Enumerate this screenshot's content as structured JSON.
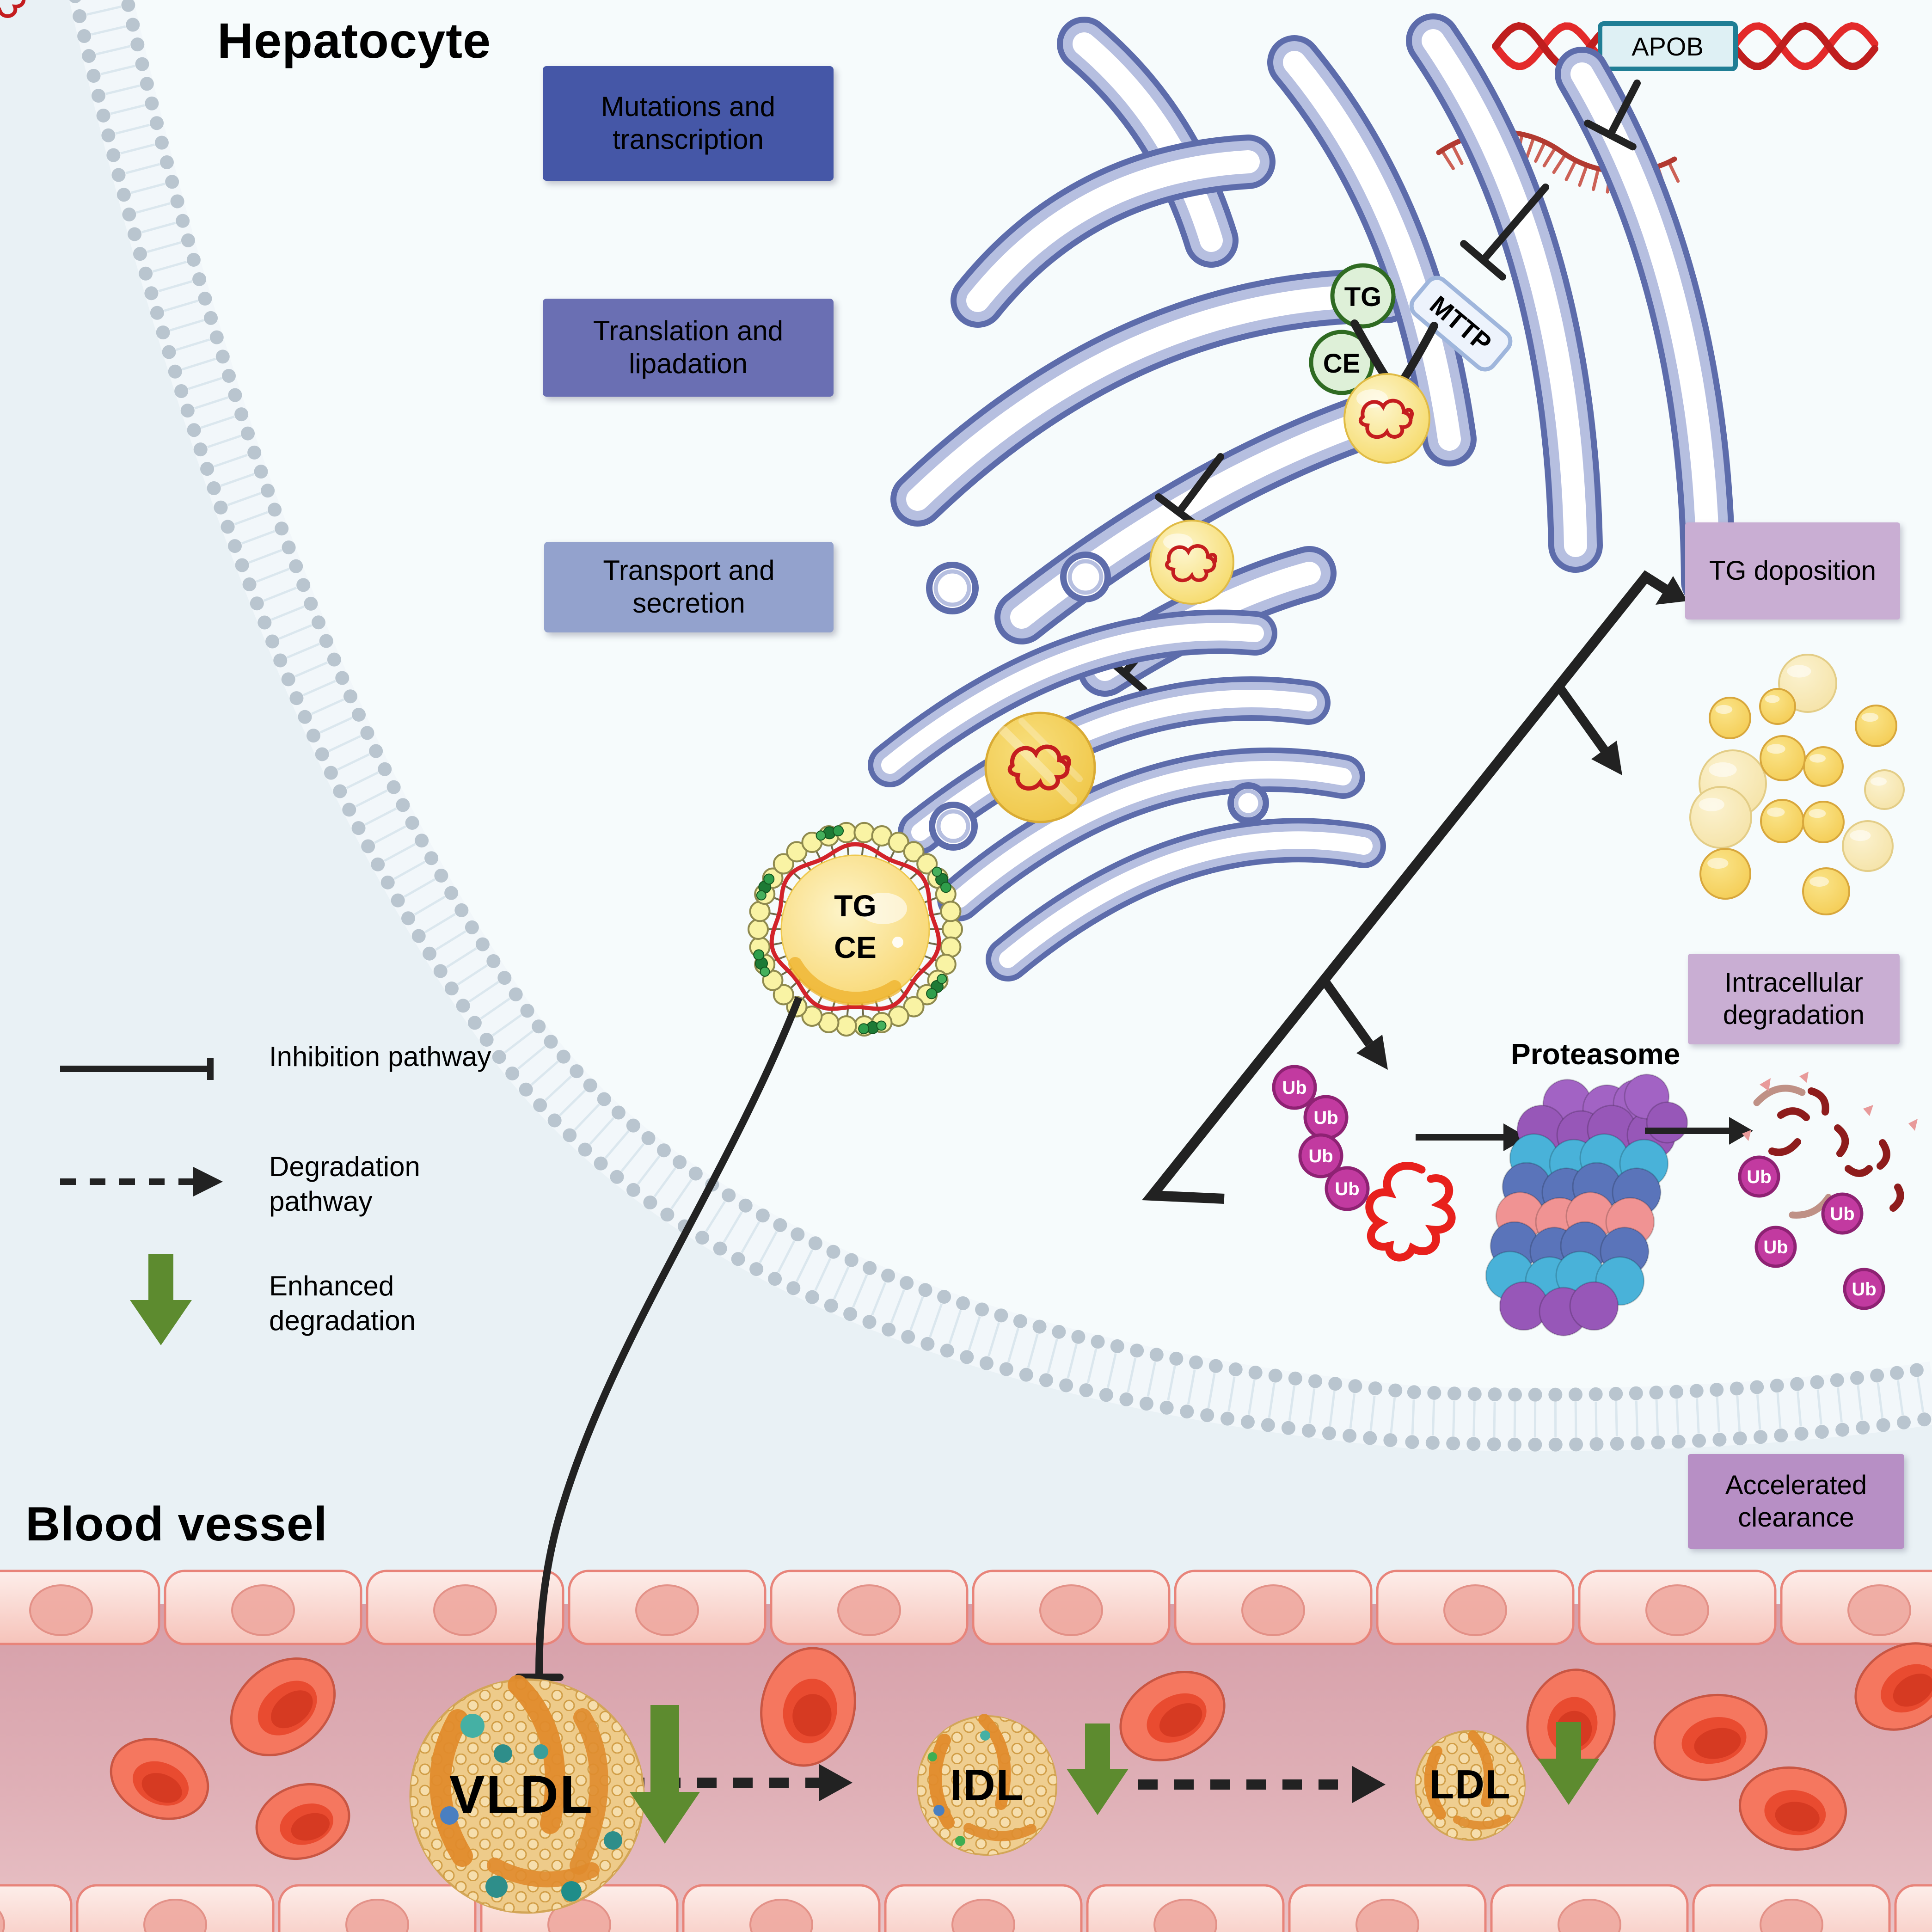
{
  "title": "Hepatocyte",
  "vessel": {
    "label": "Blood vessel"
  },
  "process_boxes": [
    {
      "label": "Mutations and transcription",
      "color": "#4557a7"
    },
    {
      "label": "Translation and lipadation",
      "color": "#6a6fb3"
    },
    {
      "label": "Transport and secretion",
      "color": "#93a2cd"
    }
  ],
  "outcome_boxes": [
    {
      "label": "TG doposition",
      "color": "#c9aed3"
    },
    {
      "label": "Intracellular degradation",
      "color": "#c9aed3"
    },
    {
      "label": "Accelerated clearance",
      "color": "#b78fc5"
    }
  ],
  "legend": {
    "items": [
      {
        "label": "Inhibition pathway",
        "symbol": "inhibition-line"
      },
      {
        "label": "Degradation pathway",
        "symbol": "dashed-arrow"
      },
      {
        "label": "Enhanced degradation",
        "symbol": "green-down-arrow"
      }
    ]
  },
  "molecules": {
    "gene": "APOB",
    "mttp": "MTTP",
    "tg": "TG",
    "ce": "CE",
    "ub": "Ub",
    "proteasome": "Proteasome"
  },
  "lipoproteins": {
    "vldl": "VLDL",
    "idl": "IDL",
    "ldl": "LDL"
  },
  "colors": {
    "enhanced_green": "#5d8b2f",
    "inhibition_black": "#222222",
    "dna_red": "#e32a2a",
    "er_blue": "#5d6cab",
    "ubiquitin_magenta": "#c23aa0",
    "droplet_yellow": "#f6cf55",
    "vessel_pink": "#d69fa9",
    "apob_box_teal": "#1f7e95"
  }
}
